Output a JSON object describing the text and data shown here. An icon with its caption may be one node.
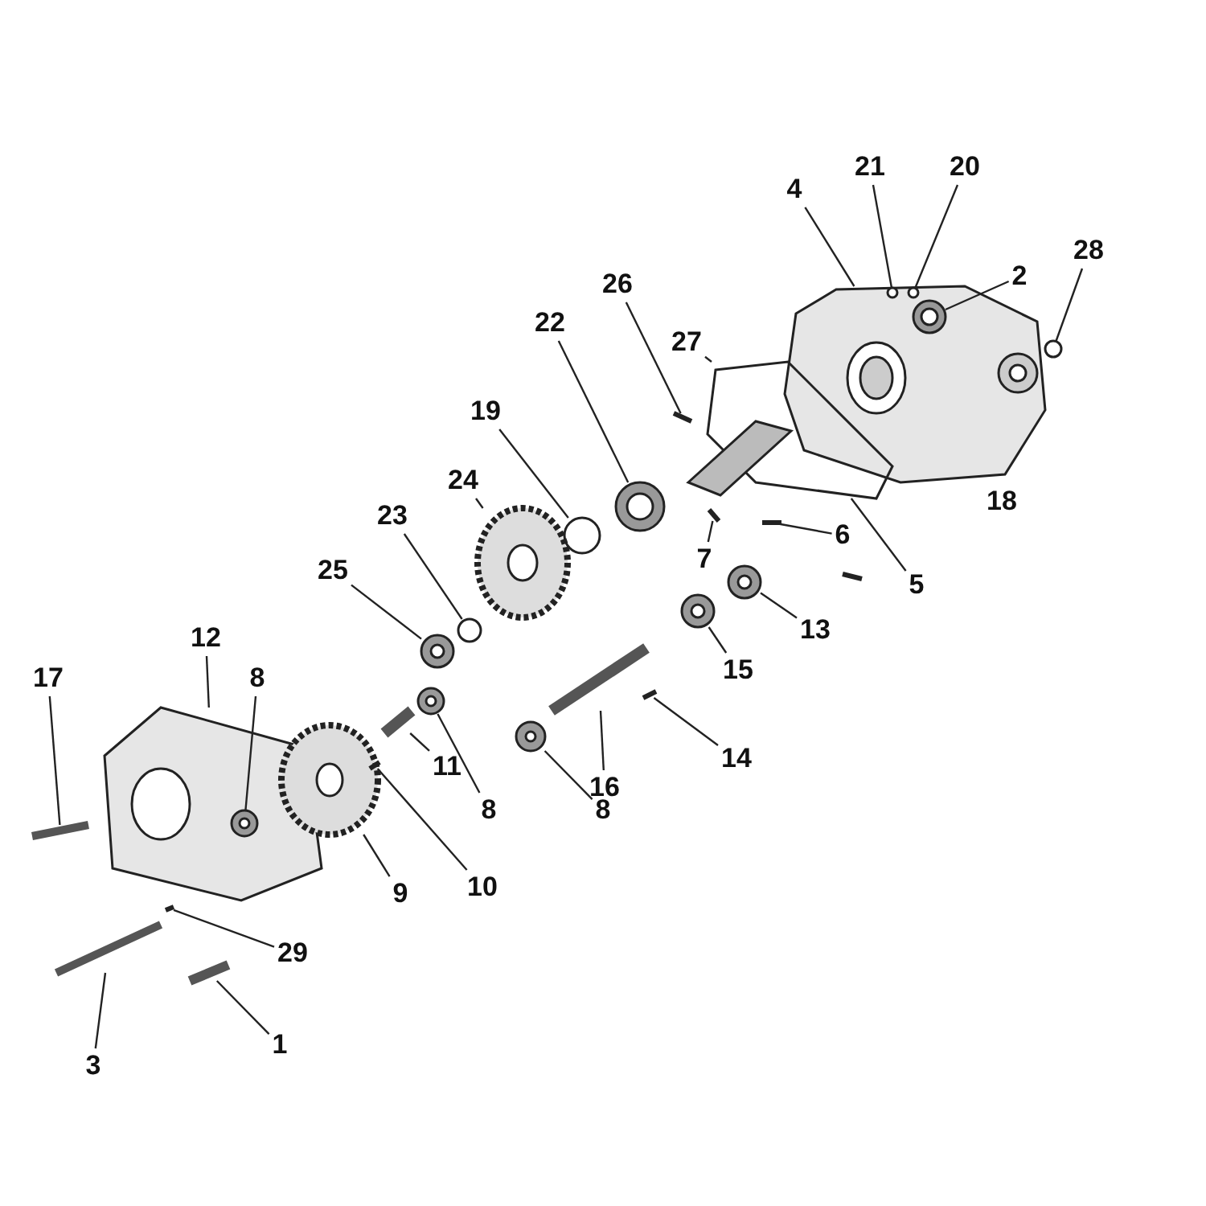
{
  "diagram": {
    "nodes": [
      {
        "text": [
          "21"
        ]
      },
      {
        "text": [
          "20"
        ]
      },
      {
        "text": [
          "4"
        ]
      },
      {
        "text": [
          "2"
        ]
      },
      {
        "text": [
          "28"
        ]
      },
      {
        "text": [
          "26"
        ]
      },
      {
        "text": [
          "22"
        ]
      },
      {
        "text": [
          "27"
        ]
      },
      {
        "text": [
          "19"
        ]
      },
      {
        "text": [
          "24"
        ]
      },
      {
        "text": [
          "6"
        ]
      },
      {
        "text": [
          "5"
        ]
      },
      {
        "text": [
          "7"
        ]
      },
      {
        "text": [
          "23"
        ]
      },
      {
        "text": [
          "25"
        ]
      },
      {
        "text": [
          "13"
        ]
      },
      {
        "text": [
          "15"
        ]
      },
      {
        "text": [
          "12"
        ]
      },
      {
        "text": [
          "8"
        ]
      },
      {
        "text": [
          "17"
        ]
      },
      {
        "text": [
          "11"
        ]
      },
      {
        "text": [
          "8"
        ]
      },
      {
        "text": [
          "8"
        ]
      },
      {
        "text": [
          "16"
        ]
      },
      {
        "text": [
          "14"
        ]
      },
      {
        "text": [
          "9"
        ]
      },
      {
        "text": [
          "10"
        ]
      },
      {
        "text": [
          "29"
        ]
      },
      {
        "text": [
          "3"
        ]
      },
      {
        "text": [
          "1"
        ]
      },
      {
        "text": [],
        "shape": "picture"
      },
      {
        "text": [],
        "shape": "circle",
        "in": 30
      },
      {
        "text": [],
        "shape": "circle"
      },
      {
        "text": [],
        "shape": "circle",
        "in": 30
      },
      {
        "text": [],
        "shape": "circle",
        "in": 30
      },
      {
        "text": [],
        "shape": "bar"
      },
      {
        "text": [],
        "shape": "circle"
      },
      {
        "text": [],
        "shape": "picture"
      },
      {
        "text": [],
        "shape": "circle"
      },
      {
        "text": [],
        "shape": "picture"
      },
      {
        "text": [],
        "shape": "bar"
      },
      {
        "text": [],
        "shape": "bar"
      },
      {
        "text": [],
        "shape": "circle"
      },
      {
        "text": [],
        "shape": "circle"
      },
      {
        "text": [],
        "shape": "circle"
      },
      {
        "text": [],
        "shape": "circle"
      },
      {
        "text": [],
        "shape": "picture"
      },
      {
        "text": [],
        "shape": "circle",
        "in": 46
      },
      {
        "text": [],
        "shape": "bar"
      },
      {
        "text": [],
        "shape": "bar"
      },
      {
        "text": [],
        "shape": "circle"
      },
      {
        "text": [],
        "shape": "circle"
      },
      {
        "text": [],
        "shape": "bar"
      },
      {
        "text": [],
        "shape": "bar"
      },
      {
        "text": [],
        "shape": "picture"
      },
      {
        "text": [],
        "shape": "bar"
      },
      {
        "text": [],
        "shape": "bar"
      },
      {
        "text": [],
        "shape": "bar"
      },
      {
        "text": [],
        "shape": "bar"
      }
    ],
    "edges": [
      {
        "from": 0,
        "to": 33,
        "arrow": "none"
      },
      {
        "from": 1,
        "to": 34,
        "arrow": "none"
      },
      {
        "from": 2,
        "to": 30,
        "arrow": "none"
      },
      {
        "from": 3,
        "to": 31,
        "arrow": "none"
      },
      {
        "from": 4,
        "to": 32,
        "arrow": "none"
      },
      {
        "from": 5,
        "to": 35,
        "arrow": "none"
      },
      {
        "from": 6,
        "to": 36,
        "arrow": "none"
      },
      {
        "from": 7,
        "to": 37,
        "arrow": "none"
      },
      {
        "from": 8,
        "to": 38,
        "arrow": "none"
      },
      {
        "from": 9,
        "to": 39,
        "arrow": "none"
      },
      {
        "from": 10,
        "to": 40,
        "arrow": "none"
      },
      {
        "from": 11,
        "to": 37,
        "arrow": "none"
      },
      {
        "from": 12,
        "to": 41,
        "arrow": "none"
      },
      {
        "from": 13,
        "to": 42,
        "arrow": "none"
      },
      {
        "from": 14,
        "to": 43,
        "arrow": "none"
      },
      {
        "from": 15,
        "to": 44,
        "arrow": "none"
      },
      {
        "from": 16,
        "to": 45,
        "arrow": "none"
      },
      {
        "from": 17,
        "to": 46,
        "arrow": "none"
      },
      {
        "from": 18,
        "to": 47,
        "arrow": "none"
      },
      {
        "from": 19,
        "to": 48,
        "arrow": "none"
      },
      {
        "from": 20,
        "to": 49,
        "arrow": "none"
      },
      {
        "from": 21,
        "to": 50,
        "arrow": "none"
      },
      {
        "from": 22,
        "to": 51,
        "arrow": "none"
      },
      {
        "from": 23,
        "to": 52,
        "arrow": "none"
      },
      {
        "from": 24,
        "to": 53,
        "arrow": "none"
      },
      {
        "from": 25,
        "to": 54,
        "arrow": "none"
      },
      {
        "from": 26,
        "to": 55,
        "arrow": "none"
      },
      {
        "from": 27,
        "to": 56,
        "arrow": "none"
      },
      {
        "from": 28,
        "to": 57,
        "arrow": "none"
      },
      {
        "from": 29,
        "to": 58,
        "arrow": "none"
      }
    ],
    "labels": [
      "18"
    ]
  }
}
